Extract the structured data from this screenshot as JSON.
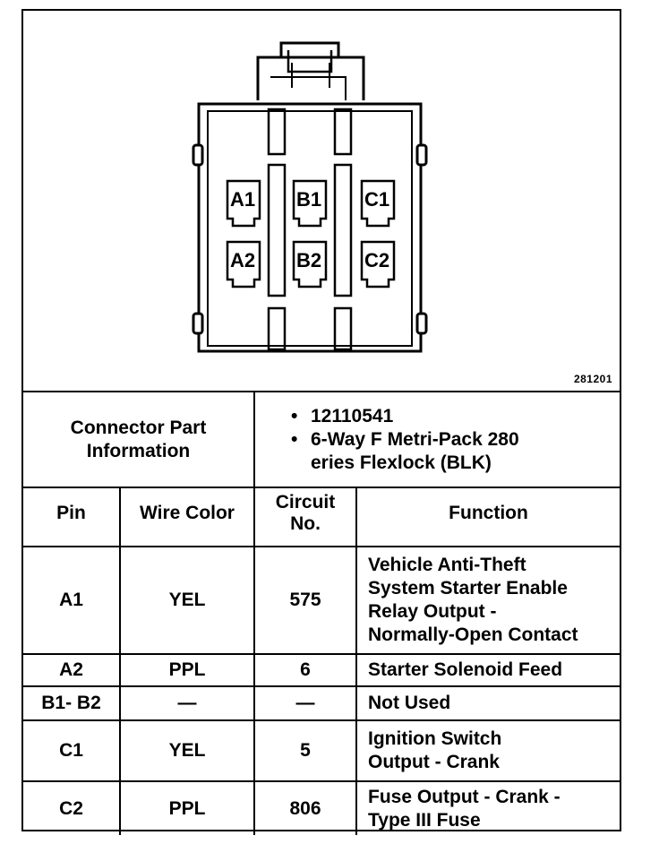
{
  "figure_id": "281201",
  "pins": {
    "a1": "A1",
    "b1": "B1",
    "c1": "C1",
    "a2": "A2",
    "b2": "B2",
    "c2": "C2"
  },
  "connector_info": {
    "label_line1": "Connector Part",
    "label_line2": "Information",
    "items": [
      "12110541",
      "6-Way F Metri-Pack 280"
    ],
    "item2_cont": "eries Flexlock (BLK)"
  },
  "table": {
    "headers": {
      "pin": "Pin",
      "wire_color": "Wire Color",
      "circuit_line1": "Circuit",
      "circuit_line2": "No.",
      "function": "Function"
    },
    "rows": [
      {
        "pin": "A1",
        "wire_color": "YEL",
        "circuit": "575",
        "function": [
          "Vehicle Anti-Theft",
          "System Starter Enable",
          "Relay Output -",
          "Normally-Open Contact"
        ]
      },
      {
        "pin": "A2",
        "wire_color": "PPL",
        "circuit": "6",
        "function": [
          "Starter Solenoid Feed"
        ]
      },
      {
        "pin": "B1- B2",
        "wire_color": "—",
        "circuit": "—",
        "function": [
          "Not Used"
        ]
      },
      {
        "pin": "C1",
        "wire_color": "YEL",
        "circuit": "5",
        "function": [
          "Ignition Switch",
          "Output - Crank"
        ]
      },
      {
        "pin": "C2",
        "wire_color": "PPL",
        "circuit": "806",
        "function": [
          "Fuse Output - Crank -",
          "Type III Fuse"
        ]
      }
    ]
  }
}
